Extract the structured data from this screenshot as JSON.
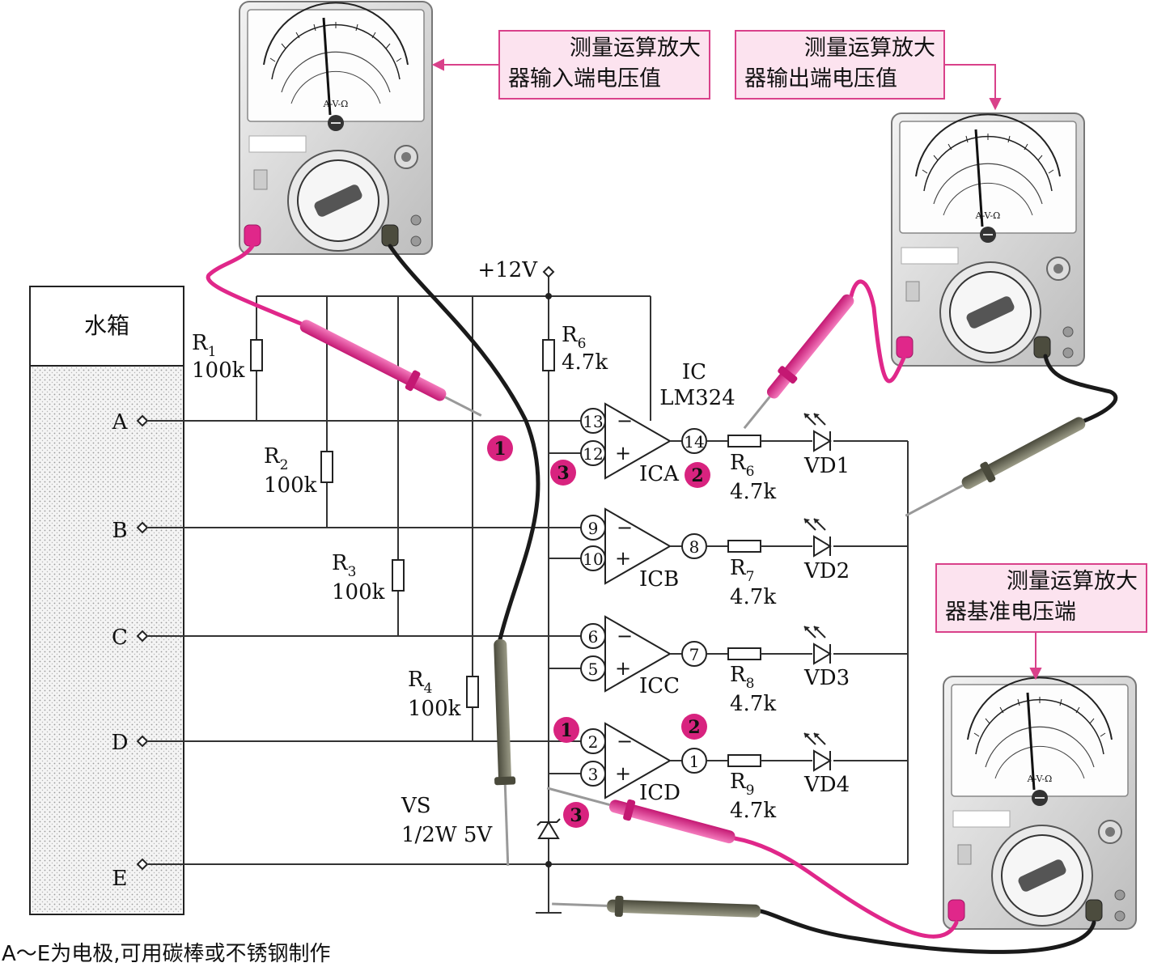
{
  "tank": {
    "label": "水箱"
  },
  "electrodes": [
    "A",
    "B",
    "C",
    "D",
    "E"
  ],
  "supply": {
    "label": "+12V"
  },
  "ic": {
    "name": "IC",
    "model": "LM324"
  },
  "resistors_in": [
    {
      "name": "R",
      "sub": "1",
      "value": "100k"
    },
    {
      "name": "R",
      "sub": "2",
      "value": "100k"
    },
    {
      "name": "R",
      "sub": "3",
      "value": "100k"
    },
    {
      "name": "R",
      "sub": "4",
      "value": "100k"
    }
  ],
  "resistor_top": {
    "name": "R",
    "sub": "6",
    "value": "4.7k"
  },
  "opamps": [
    {
      "name": "ICA",
      "pin_minus": "13",
      "pin_plus": "12",
      "pin_out": "14",
      "res": "R",
      "res_sub": "6",
      "res_val": "4.7k",
      "led": "VD1"
    },
    {
      "name": "ICB",
      "pin_minus": "9",
      "pin_plus": "10",
      "pin_out": "8",
      "res": "R",
      "res_sub": "7",
      "res_val": "4.7k",
      "led": "VD2"
    },
    {
      "name": "ICC",
      "pin_minus": "6",
      "pin_plus": "5",
      "pin_out": "7",
      "res": "R",
      "res_sub": "8",
      "res_val": "4.7k",
      "led": "VD3"
    },
    {
      "name": "ICD",
      "pin_minus": "2",
      "pin_plus": "3",
      "pin_out": "1",
      "res": "R",
      "res_sub": "9",
      "res_val": "4.7k",
      "led": "VD4"
    }
  ],
  "signs": {
    "minus": "−",
    "plus": "+"
  },
  "zener": {
    "name": "VS",
    "rating": "1/2W 5V"
  },
  "markers": [
    "1",
    "2",
    "3",
    "1",
    "2",
    "3"
  ],
  "notes": {
    "input": [
      "测量运算放大",
      "器输入端电压值"
    ],
    "output": [
      "测量运算放大",
      "器输出端电压值"
    ],
    "reference": [
      "测量运算放大",
      "器基准电压端"
    ]
  },
  "meter": {
    "mode_label": "A-V-Ω"
  },
  "caption": "A～E为电极,可用碳棒或不锈钢制作",
  "colors": {
    "probe_red": "#e0278a",
    "probe_black": "#1a1a1a",
    "marker": "#d8237f",
    "note_border": "#d9418a",
    "note_fill": "#fce3ef"
  }
}
